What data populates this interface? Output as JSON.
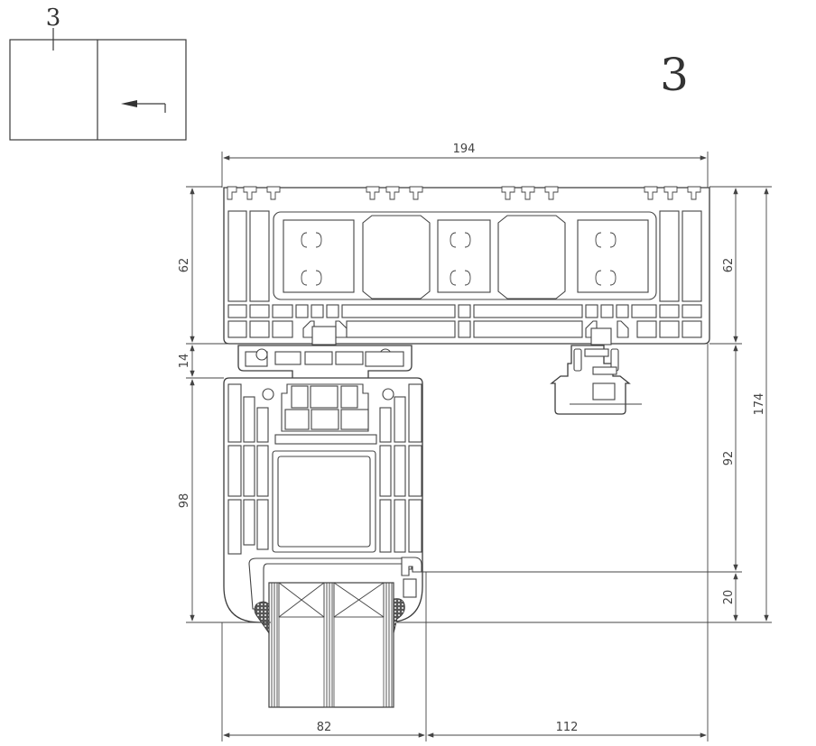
{
  "drawing": {
    "section_number": "3",
    "key_plan": {
      "label": "3",
      "arrow": "left-arrow-with-return"
    },
    "dimensions": {
      "overall_width": "194",
      "left_height_top": "62",
      "left_gap": "14",
      "left_sash_height": "98",
      "right_height_top": "62",
      "right_height_mid": "92",
      "right_height_bottom": "20",
      "right_overall": "174",
      "bottom_left_width": "82",
      "bottom_right_width": "112"
    },
    "colors": {
      "line": "#3a3a3a",
      "background": "#ffffff",
      "text": "#444444"
    }
  }
}
